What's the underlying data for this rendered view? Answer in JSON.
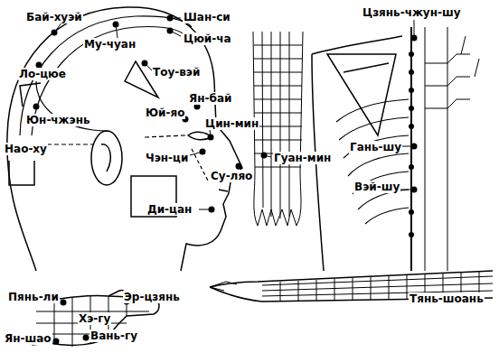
{
  "diagram": {
    "labels": [
      "Бай-хуэй",
      "Шан-си",
      "Му-чуан",
      "Цюй-ча",
      "Ло-цюе",
      "Тоу-вэй",
      "Ян-бай",
      "Юй-яо",
      "Юн-чжэнь",
      "Цин-мин",
      "Нао-ху",
      "Чэн-ци",
      "Гуан-мин",
      "Су-ляо",
      "Ди-цан",
      "Цзянь-чжун-шу",
      "Гань-шу",
      "Вэй-шу",
      "Пянь-ли",
      "Эр-цзянь",
      "Хэ-гу",
      "Ян-шао",
      "Вань-гу",
      "Тянь-шоань"
    ]
  }
}
